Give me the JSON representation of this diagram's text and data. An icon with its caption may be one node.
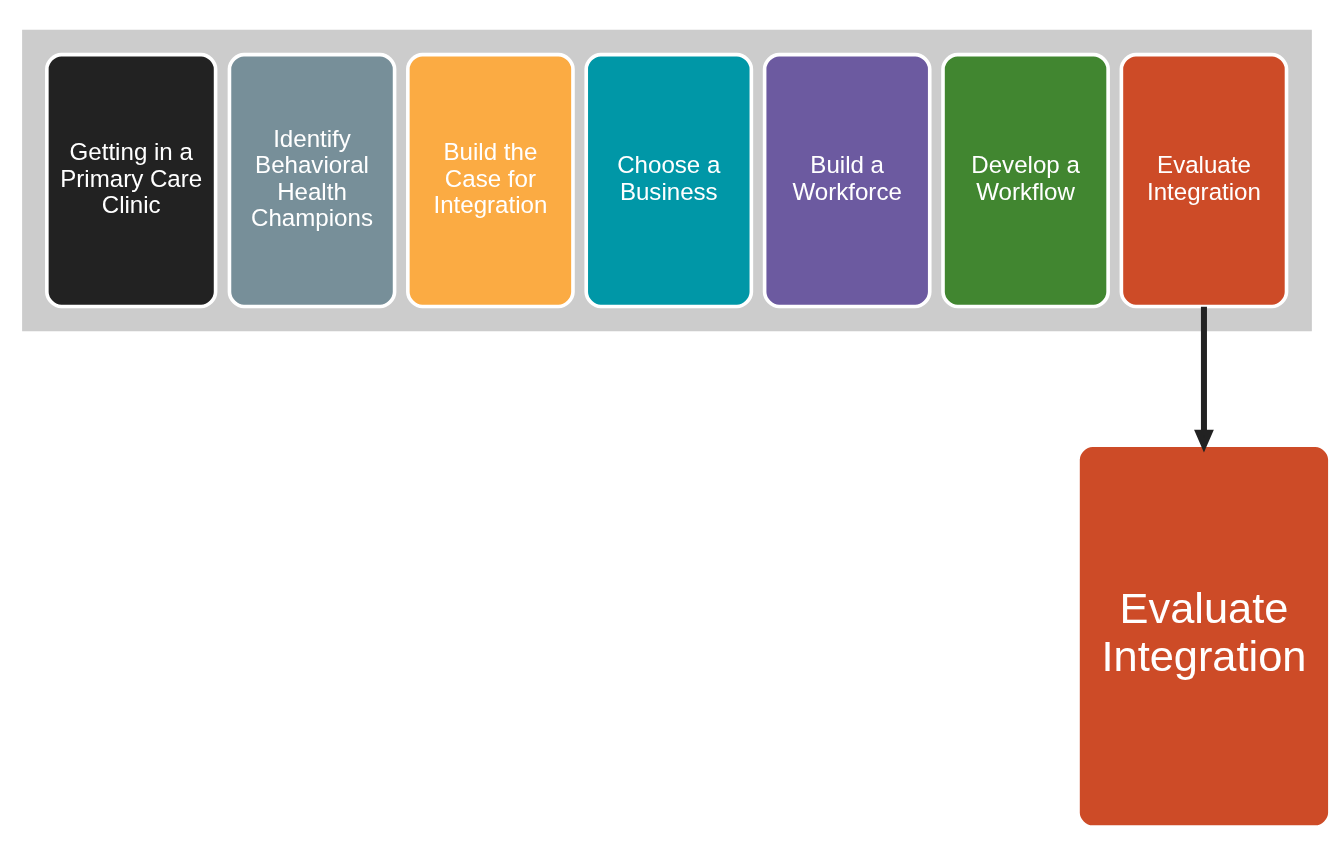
{
  "diagram": {
    "nodes": [
      {
        "text": [],
        "shape": "arrow"
      },
      {
        "text": [
          "Getting in a Primary Care Clinic"
        ],
        "in": 0
      },
      {
        "text": [
          "Identify Behavioral Health Champions"
        ],
        "in": 0
      },
      {
        "text": [
          "Build the Case for Integration"
        ],
        "in": 0
      },
      {
        "text": [
          "Choose a Business"
        ],
        "in": 0
      },
      {
        "text": [
          "Build a Workforce"
        ],
        "in": 0
      },
      {
        "text": [
          "Develop a Workflow"
        ],
        "in": 0
      },
      {
        "text": [
          "Evaluate Integration"
        ],
        "in": 0
      },
      {
        "text": [
          "Evaluate Integration"
        ]
      }
    ],
    "edges": [
      {
        "from": 7,
        "to": 8,
        "arrow": "to"
      }
    ]
  }
}
